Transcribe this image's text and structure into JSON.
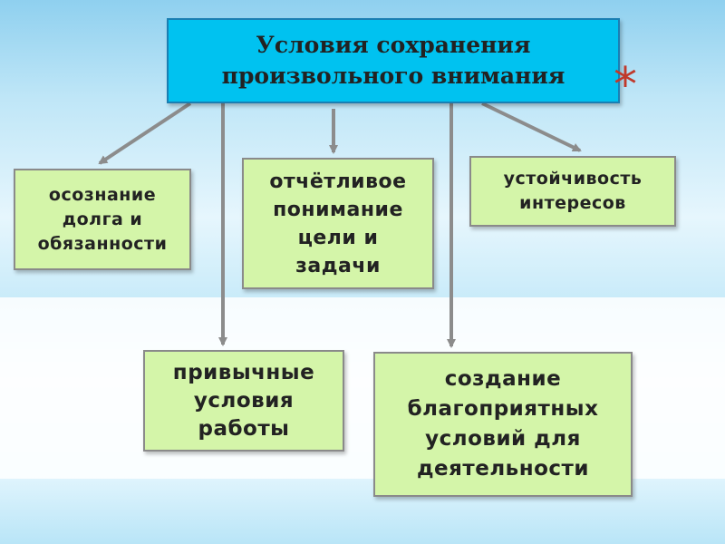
{
  "title": "Условия сохранения\nпроизвольного внимания",
  "marker": "*",
  "conditions": [
    "осознание\nдолга и\nобязанности",
    "отчётливое\nпонимание\nцели и\nзадачи",
    "устойчивость\nинтересов",
    "привычные\nусловия\nработы",
    "создание\nблагоприятных\nусловий для\nдеятельности"
  ],
  "colors": {
    "title_box": "#00c2f0",
    "condition_box": "#d4f5a9",
    "arrow": "#8c8c8c",
    "marker": "#c0392b"
  }
}
